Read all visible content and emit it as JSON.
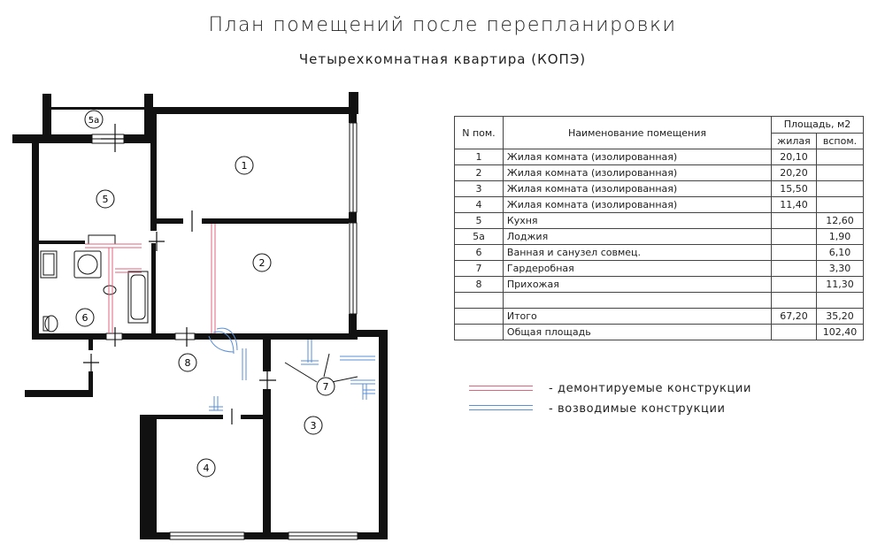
{
  "header": {
    "title": "План помещений после перепланировки",
    "subtitle": "Четырехкомнатная квартира (КОПЭ)"
  },
  "plan": {
    "room_labels": [
      "1",
      "2",
      "3",
      "4",
      "5",
      "5а",
      "6",
      "7",
      "8"
    ]
  },
  "table": {
    "headers": {
      "num": "N пом.",
      "name": "Наименование помещения",
      "area": "Площадь, м2",
      "living": "жилая",
      "aux": "вспом."
    },
    "rows": [
      {
        "num": "1",
        "name": "Жилая комната (изолированная)",
        "living": "20,10",
        "aux": ""
      },
      {
        "num": "2",
        "name": "Жилая комната (изолированная)",
        "living": "20,20",
        "aux": ""
      },
      {
        "num": "3",
        "name": "Жилая комната (изолированная)",
        "living": "15,50",
        "aux": ""
      },
      {
        "num": "4",
        "name": "Жилая комната (изолированная)",
        "living": "11,40",
        "aux": ""
      },
      {
        "num": "5",
        "name": "Кухня",
        "living": "",
        "aux": "12,60"
      },
      {
        "num": "5а",
        "name": "Лоджия",
        "living": "",
        "aux": "1,90"
      },
      {
        "num": "6",
        "name": "Ванная и санузел совмец.",
        "living": "",
        "aux": "6,10"
      },
      {
        "num": "7",
        "name": "Гардеробная",
        "living": "",
        "aux": "3,30"
      },
      {
        "num": "8",
        "name": "Прихожая",
        "living": "",
        "aux": "11,30"
      },
      {
        "num": "",
        "name": "",
        "living": "",
        "aux": ""
      },
      {
        "num": "",
        "name": "Итого",
        "living": "67,20",
        "aux": "35,20"
      },
      {
        "num": "",
        "name": "Общая площадь",
        "living": "",
        "aux": "102,40"
      }
    ]
  },
  "legend": {
    "demolished": "- демонтируемые конструкции",
    "erected": "- возводимые конструкции",
    "demolished_color": "#e0647e",
    "erected_color": "#5b8fd6"
  }
}
